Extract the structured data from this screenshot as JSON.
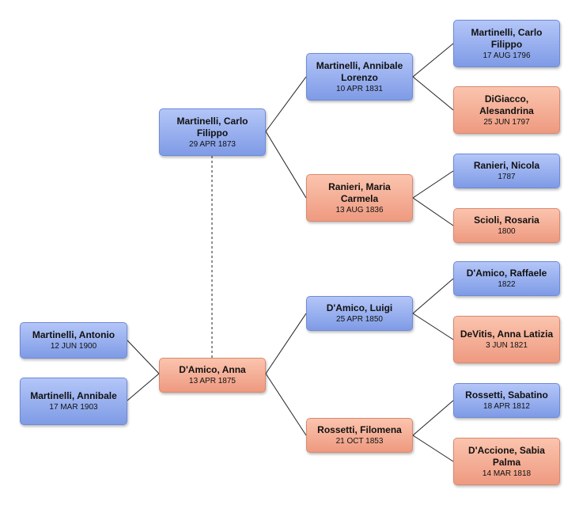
{
  "people": {
    "p1": {
      "name": "Martinelli, Antonio",
      "date": "12 JUN 1900",
      "sex": "male"
    },
    "p2": {
      "name": "Martinelli, Annibale",
      "date": "17 MAR 1903",
      "sex": "male"
    },
    "p3": {
      "name": "Martinelli, Carlo Filippo",
      "date": "29 APR 1873",
      "sex": "male"
    },
    "p4": {
      "name": "D'Amico, Anna",
      "date": "13 APR 1875",
      "sex": "female"
    },
    "p5": {
      "name": "Martinelli, Annibale Lorenzo",
      "date": "10 APR 1831",
      "sex": "male"
    },
    "p6": {
      "name": "Ranieri, Maria Carmela",
      "date": "13 AUG 1836",
      "sex": "female"
    },
    "p7": {
      "name": "D'Amico, Luigi",
      "date": "25 APR 1850",
      "sex": "male"
    },
    "p8": {
      "name": "Rossetti, Filomena",
      "date": "21 OCT 1853",
      "sex": "female"
    },
    "p9": {
      "name": "Martinelli, Carlo Filippo",
      "date": "17 AUG 1796",
      "sex": "male"
    },
    "p10": {
      "name": "DiGiacco, Alesandrina",
      "date": "25 JUN 1797",
      "sex": "female"
    },
    "p11": {
      "name": "Ranieri, Nicola",
      "date": "1787",
      "sex": "male"
    },
    "p12": {
      "name": "Scioli, Rosaria",
      "date": "1800",
      "sex": "female"
    },
    "p13": {
      "name": "D'Amico, Raffaele",
      "date": "1822",
      "sex": "male"
    },
    "p14": {
      "name": "DeVitis, Anna Latizia",
      "date": "3 JUN 1821",
      "sex": "female"
    },
    "p15": {
      "name": "Rossetti, Sabatino",
      "date": "18 APR 1812",
      "sex": "male"
    },
    "p16": {
      "name": "D'Accione, Sabia Palma",
      "date": "14 MAR 1818",
      "sex": "female"
    }
  },
  "colors": {
    "male": "#8fa8ec",
    "female": "#f3a88d",
    "connector": "#222222"
  }
}
